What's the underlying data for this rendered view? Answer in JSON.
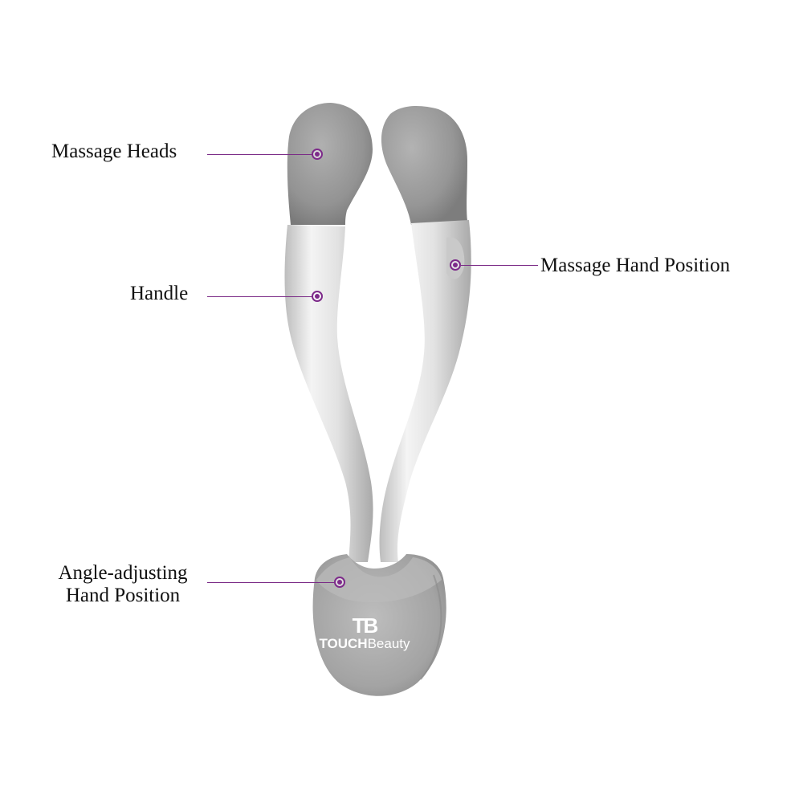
{
  "diagram": {
    "callouts": [
      {
        "id": "massage-heads",
        "label": "Massage Heads"
      },
      {
        "id": "handle",
        "label": "Handle"
      },
      {
        "id": "massage-hand-position",
        "label": "Massage Hand Position"
      },
      {
        "id": "angle-adjusting",
        "label_line1": "Angle-adjusting",
        "label_line2": "Hand Position"
      }
    ],
    "brand": {
      "monogram": "TB",
      "name_bold": "TOUCH",
      "name_regular": "Beauty"
    },
    "colors": {
      "accent": "#7d2a8a",
      "head_gray": "#9a9a9a",
      "handle_light": "#e6e6e6",
      "base_gray": "#a8a8a8",
      "text": "#111111"
    }
  }
}
